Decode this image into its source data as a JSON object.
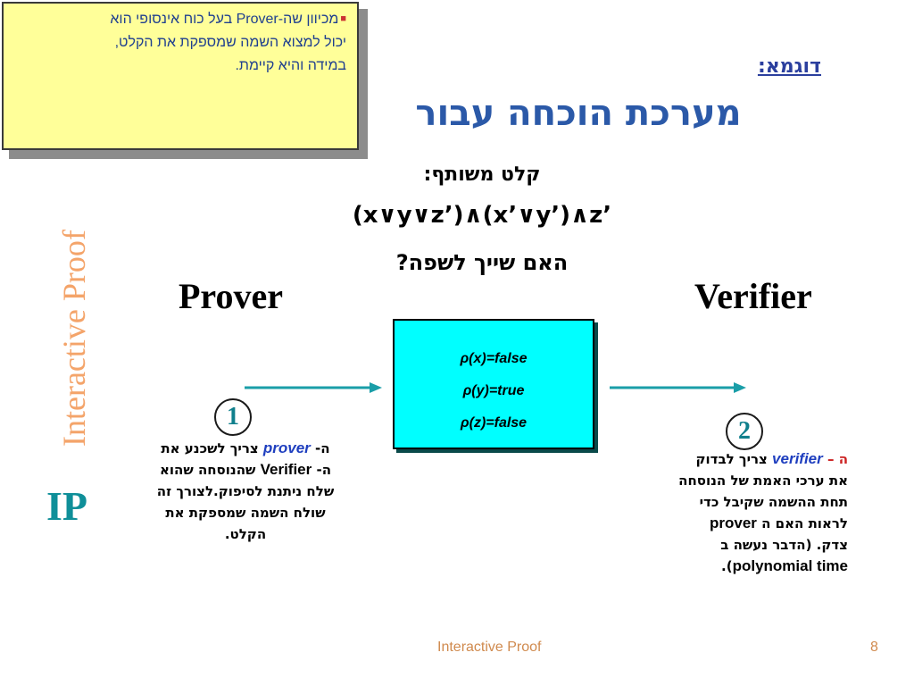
{
  "note": {
    "line1_prefix": "מכיוון ש",
    "line1_term": "ה-Prover",
    "line1_suffix": " בעל כוח אינסופי הוא",
    "line2": "יכול למצוא השמה שמספקת את הקלט,",
    "line3": "במידה והיא קיימת."
  },
  "side": {
    "title": "Interactive Proof",
    "abbrev": "IP"
  },
  "header": {
    "example_label": "דוגמא:",
    "title": "מערכת הוכחה עבור"
  },
  "problem": {
    "shared_input_label": "קלט משותף:",
    "formula": "(x∨y∨z’)∧(x’∨y’)∧z’",
    "question": "האם שייך לשפה?"
  },
  "parties": {
    "prover": "Prover",
    "verifier": "Verifier"
  },
  "assignment": [
    {
      "rho": "ρ",
      "text": "(x)=false"
    },
    {
      "rho": "ρ",
      "text": "(y)=true"
    },
    {
      "rho": "ρ",
      "text": "(z)=false"
    }
  ],
  "steps": {
    "step1": "1",
    "step2": "2",
    "prover_desc": {
      "prefix": "ה- ",
      "term": "prover",
      "after_term": " צריך לשכנע את",
      "line2_prefix": "ה- ",
      "line2_term": "Verifier",
      "line2_suffix": " שהנוסחה שהוא",
      "line3": "שלח ניתנת לסיפוק.לצורך זה",
      "line4": "שולח השמה שמספקת את",
      "line5": "הקלט."
    },
    "verifier_desc": {
      "prefix": "ה – ",
      "term": "verifier",
      "after_term": " צריך לבדוק",
      "line2": "את ערכי האמת של הנוסחה",
      "line3": "תחת ההשמה שקיבל כדי",
      "line4_prefix": "לראות האם ה ",
      "line4_term": "prover",
      "line5": "צדק. (הדבר נעשה ב",
      "line6_term": "polynomial time",
      "line6_suffix": ")."
    }
  },
  "footer": {
    "center": "Interactive Proof",
    "page": "8"
  },
  "colors": {
    "note_bg": "#ffff99",
    "note_text": "#1f3f8f",
    "side_title": "#f4a46a",
    "side_ip": "#0f8f99",
    "title": "#2b59a8",
    "box_bg": "#00ffff",
    "arrow": "#1a9ea8",
    "footer": "#d08a4e"
  }
}
